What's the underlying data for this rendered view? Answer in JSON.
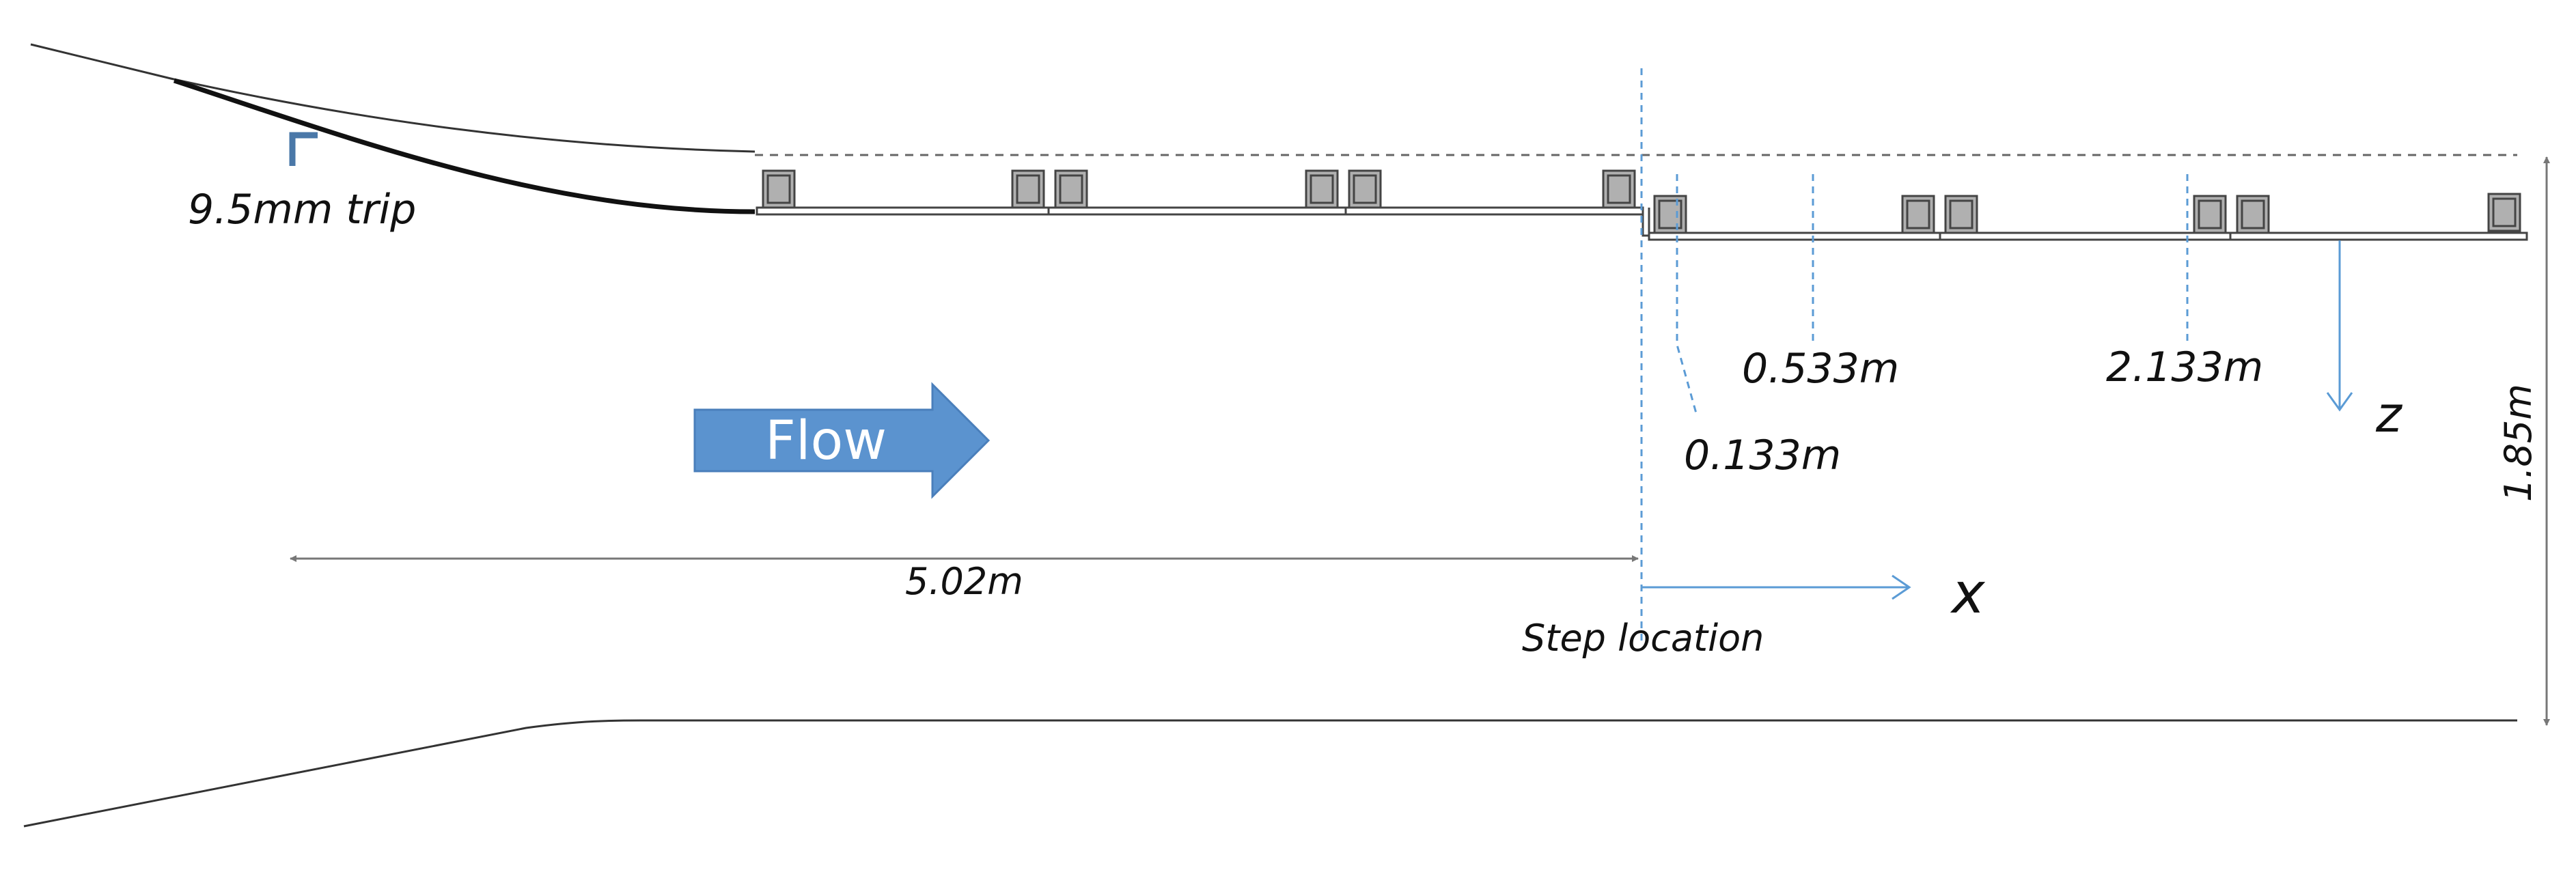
{
  "labels": {
    "trip": "9.5mm trip",
    "flow": "Flow",
    "upstream_length": "5.02m",
    "step_location": "Step location",
    "x_axis": "x",
    "z_axis": "z",
    "height": "1.85m",
    "station_1": "0.133m",
    "station_2": "0.533m",
    "station_3": "2.133m"
  },
  "colors": {
    "wall": "#333333",
    "plate": "#444444",
    "block_fill": "#b0b0b0",
    "accent_blue": "#5b9bd5",
    "flow_arrow": "#5b93cf",
    "trip_mark": "#4a78a8",
    "dimension": "#777777"
  }
}
